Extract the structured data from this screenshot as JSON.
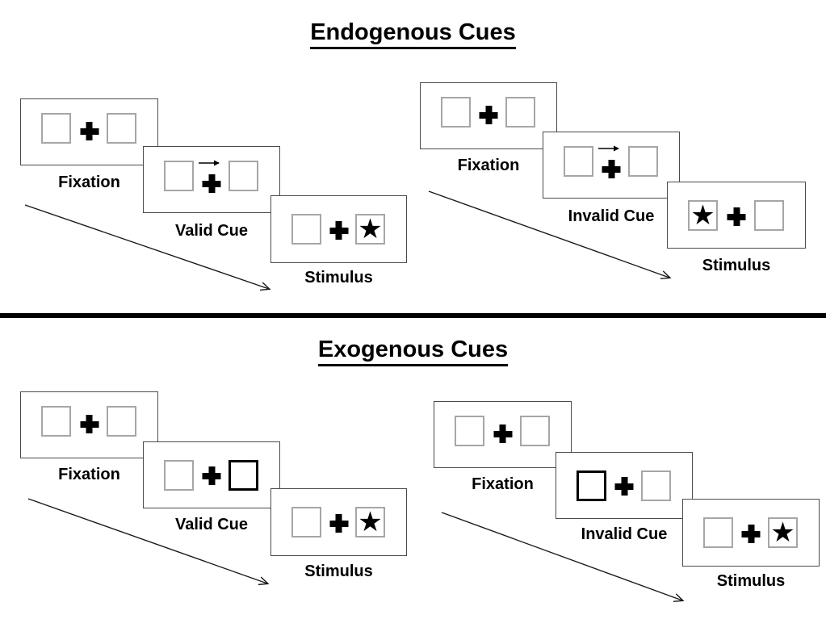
{
  "glyphs": {
    "star": "★"
  },
  "colors": {
    "panel_border": "#4a4a4a",
    "square_border": "#a6a6a6",
    "cue_highlight_border": "#000000",
    "text": "#000000",
    "divider": "#000000",
    "background": "#ffffff"
  },
  "endogenous": {
    "title": "Endogenous Cues",
    "cue_style": "central arrow above fixation cross",
    "valid": {
      "frames": [
        {
          "label": "Fixation",
          "cue": "none",
          "star_side": "none"
        },
        {
          "label": "Valid Cue",
          "cue": "arrow-right",
          "star_side": "none"
        },
        {
          "label": "Stimulus",
          "cue": "none",
          "star_side": "right"
        }
      ]
    },
    "invalid": {
      "frames": [
        {
          "label": "Fixation",
          "cue": "none",
          "star_side": "none"
        },
        {
          "label": "Invalid Cue",
          "cue": "arrow-right",
          "star_side": "none"
        },
        {
          "label": "Stimulus",
          "cue": "none",
          "star_side": "left"
        }
      ]
    }
  },
  "exogenous": {
    "title": "Exogenous Cues",
    "cue_style": "peripheral box brightening (thick border)",
    "valid": {
      "frames": [
        {
          "label": "Fixation",
          "cue": "none",
          "star_side": "none"
        },
        {
          "label": "Valid Cue",
          "cue": "box-right",
          "star_side": "none"
        },
        {
          "label": "Stimulus",
          "cue": "none",
          "star_side": "right"
        }
      ]
    },
    "invalid": {
      "frames": [
        {
          "label": "Fixation",
          "cue": "none",
          "star_side": "none"
        },
        {
          "label": "Invalid Cue",
          "cue": "box-left",
          "star_side": "none"
        },
        {
          "label": "Stimulus",
          "cue": "none",
          "star_side": "right"
        }
      ]
    }
  }
}
